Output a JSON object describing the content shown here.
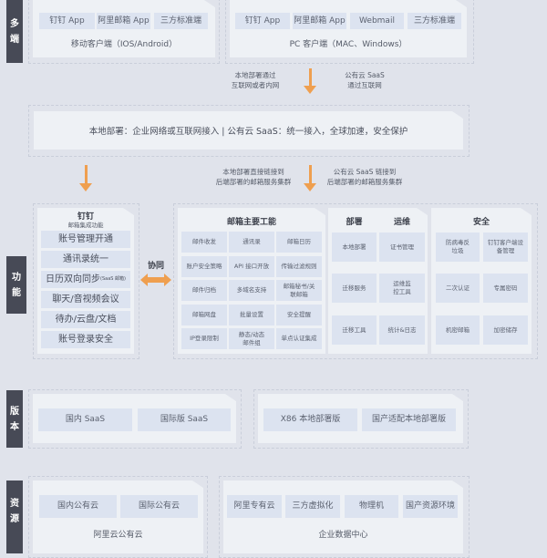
{
  "sections": {
    "multi": "多端",
    "function": "功能",
    "version": "版本",
    "resource": "资源"
  },
  "mobile": {
    "chips": [
      "钉钉 App",
      "阿里邮箱 App",
      "三方标准端"
    ],
    "caption": "移动客户端（IOS/Android）"
  },
  "pc": {
    "chips": [
      "钉钉 App",
      "阿里邮箱 App",
      "Webmail",
      "三方标准端"
    ],
    "caption": "PC 客户端（MAC、Windows）"
  },
  "flow1": {
    "left": [
      "本地部署通过",
      "互联网或者内网"
    ],
    "right": [
      "公有云 SaaS",
      "通过互联网"
    ]
  },
  "access": "本地部署：企业网络或互联网接入 | 公有云 SaaS：统一接入，全球加速，安全保护",
  "flow2": {
    "left": [
      "本地部署直接链接到",
      "后端部署的邮箱服务集群"
    ],
    "right": [
      "公有云 SaaS 链接到",
      "后端部署的邮箱服务集群"
    ]
  },
  "dingtalk": {
    "title": "钉钉",
    "subtitle": "邮箱集成功能",
    "items": [
      "账号管理开通",
      "通讯录统一",
      "日历双向同步",
      "聊天/音视频会议",
      "待办/云盘/文档",
      "账号登录安全"
    ],
    "calendar_note": "(SaaS 邮箱)"
  },
  "sync": "协同",
  "mail": {
    "title": "邮箱主要工能",
    "items": [
      "邮件收发",
      "通讯录",
      "邮箱日历",
      "账户安全策略",
      "API 接口开放",
      "传输过滤规则",
      "邮件归档",
      "多域名支持",
      "邮箱秘书/关联邮箱",
      "邮箱网盘",
      "批量设置",
      "安全提醒",
      "IP登录限制",
      "静态/动态邮件组",
      "单点认证集成"
    ]
  },
  "deploy": {
    "title": "部署",
    "items": [
      "本地部署",
      "迁移服务",
      "迁移工具"
    ]
  },
  "ops": {
    "title": "运维",
    "items": [
      "证书管理",
      "运维监控工具",
      "统计&日志"
    ]
  },
  "security": {
    "title": "安全",
    "items": [
      "防病毒反垃圾",
      "钉钉客户端设备管理",
      "二次认证",
      "专属密码",
      "机密邮箱",
      "加密储存"
    ]
  },
  "versions": {
    "saas": [
      "国内 SaaS",
      "国际版 SaaS"
    ],
    "local": [
      "X86 本地部署版",
      "国产适配本地部署版"
    ]
  },
  "resources": {
    "public": {
      "chips": [
        "国内公有云",
        "国际公有云"
      ],
      "caption": "阿里云公有云"
    },
    "dc": {
      "chips": [
        "阿里专有云",
        "三方虚拟化",
        "物理机",
        "国产资源环境"
      ],
      "caption": "企业数据中心"
    }
  }
}
